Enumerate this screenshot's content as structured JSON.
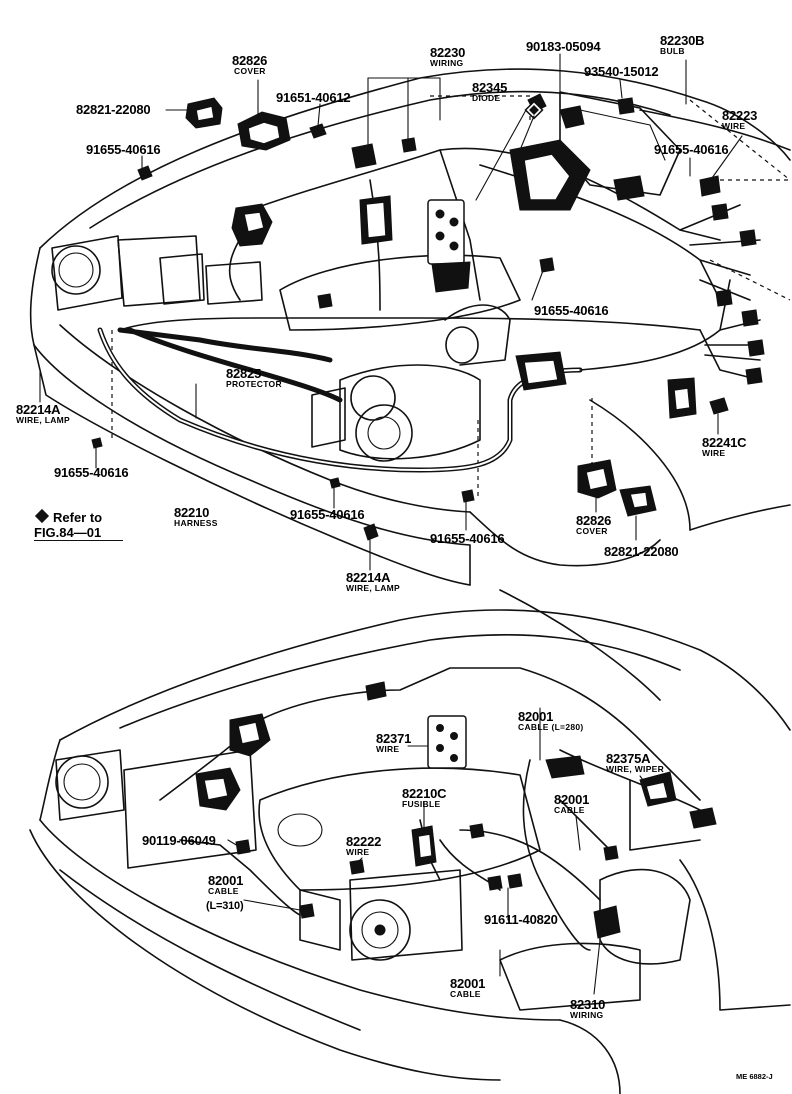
{
  "figure": {
    "code": "ME 6882-J",
    "reference": {
      "line1": "Refer to",
      "line2": "FIG.84—01"
    }
  },
  "labels": {
    "l1": {
      "num": "82826",
      "desc": "COVER"
    },
    "l2": {
      "num": "82821-22080",
      "desc": ""
    },
    "l3": {
      "num": "91651-40612",
      "desc": ""
    },
    "l4": {
      "num": "82230",
      "desc": "WIRING"
    },
    "l5": {
      "num": "90183-05094",
      "desc": ""
    },
    "l6": {
      "num": "82230B",
      "desc": "BULB"
    },
    "l7": {
      "num": "93540-15012",
      "desc": ""
    },
    "l8": {
      "num": "82345",
      "desc": "DIODE"
    },
    "l9": {
      "num": "82223",
      "desc": "WIRE"
    },
    "l10": {
      "num": "91655-40616",
      "desc": ""
    },
    "l11": {
      "num": "91655-40616",
      "desc": ""
    },
    "l12": {
      "num": "91655-40616",
      "desc": ""
    },
    "l13": {
      "num": "82825",
      "desc": "PROTECTOR"
    },
    "l14": {
      "num": "82214A",
      "desc": "WIRE, LAMP"
    },
    "l15": {
      "num": "91655-40616",
      "desc": ""
    },
    "l16": {
      "num": "82210",
      "desc": "HARNESS"
    },
    "l17": {
      "num": "91655-40616",
      "desc": ""
    },
    "l18": {
      "num": "91655-40616",
      "desc": ""
    },
    "l19": {
      "num": "82214A",
      "desc": "WIRE, LAMP"
    },
    "l20": {
      "num": "82241C",
      "desc": "WIRE"
    },
    "l21": {
      "num": "82826",
      "desc": "COVER"
    },
    "l22": {
      "num": "82821-22080",
      "desc": ""
    },
    "l23": {
      "num": "82371",
      "desc": "WIRE"
    },
    "l24": {
      "num": "82001",
      "desc": "CABLE (L=280)"
    },
    "l25": {
      "num": "82375A",
      "desc": "WIRE, WIPER"
    },
    "l26": {
      "num": "82210C",
      "desc": "FUSIBLE"
    },
    "l27": {
      "num": "82001",
      "desc": "CABLE"
    },
    "l28": {
      "num": "90119-06049",
      "desc": ""
    },
    "l29": {
      "num": "82222",
      "desc": "WIRE"
    },
    "l30": {
      "num": "82001",
      "desc": "CABLE"
    },
    "l31": {
      "num": "(L=310)",
      "desc": ""
    },
    "l32": {
      "num": "91611-40820",
      "desc": ""
    },
    "l33": {
      "num": "82001",
      "desc": "CABLE"
    },
    "l34": {
      "num": "82310",
      "desc": "WIRING"
    }
  }
}
